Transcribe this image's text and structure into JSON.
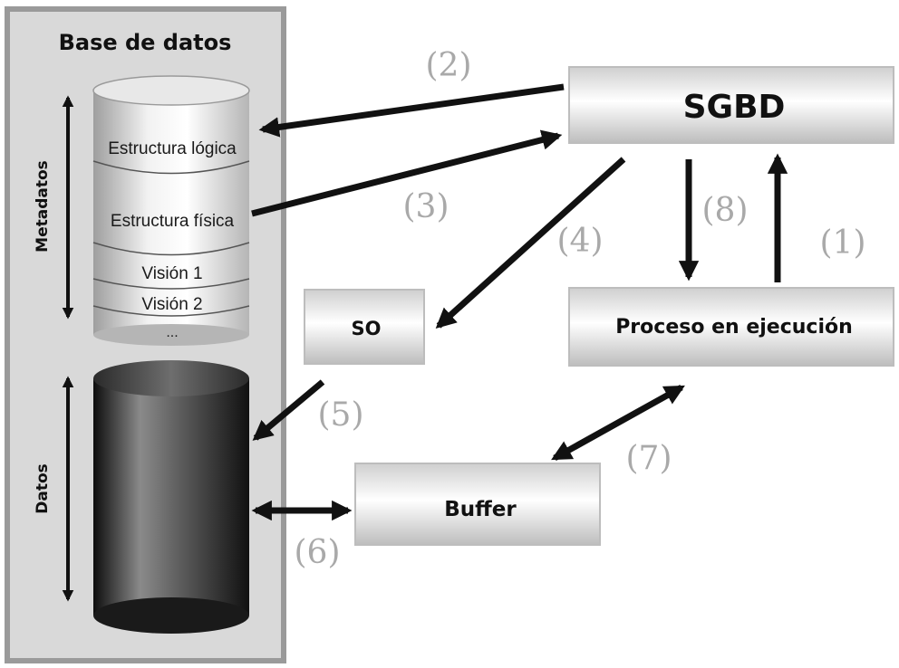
{
  "database_panel": {
    "title": "Base de datos",
    "metadata_label": "Metadatos",
    "data_label": "Datos",
    "metadata_layers": [
      "Estructura lógica",
      "Estructura física",
      "Visión 1",
      "Visión 2",
      "..."
    ]
  },
  "boxes": {
    "sgbd": "SGBD",
    "so": "SO",
    "proceso": "Proceso en ejecución",
    "buffer": "Buffer"
  },
  "step_labels": {
    "s1": "(1)",
    "s2": "(2)",
    "s3": "(3)",
    "s4": "(4)",
    "s5": "(5)",
    "s6": "(6)",
    "s7": "(7)",
    "s8": "(8)"
  },
  "colors": {
    "panel_fill": "#d9d9d9",
    "panel_border": "#9a9a9a",
    "arrow": "#111111",
    "step_label": "#a9a9a9"
  }
}
